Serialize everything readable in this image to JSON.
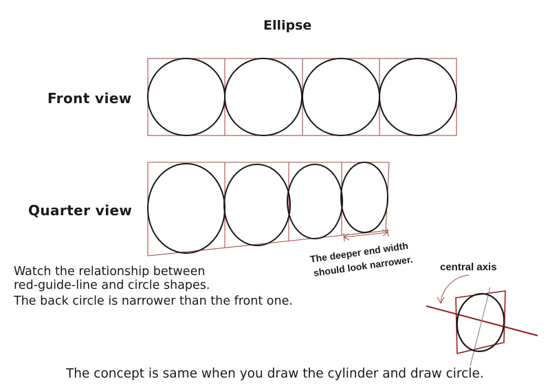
{
  "title": "Ellipse",
  "labels": {
    "front_view": "Front view",
    "quarter_view": "Quarter view"
  },
  "annotations": {
    "deeper_line1": "The deeper end width",
    "deeper_line2": "should look narrower.",
    "central_axis": "central axis"
  },
  "notes": {
    "line1": "Watch the relationship between",
    "line2": "red-guide-line and circle shapes.",
    "line3": "The back circle is narrower  than the front one."
  },
  "footer": "The concept is same when you draw the cylinder and draw circle.",
  "colors": {
    "guide": "#a64b4b",
    "axis_red": "#8e1d1d",
    "ink": "#1a1a1a",
    "axis_gray": "#8a8a8a"
  }
}
